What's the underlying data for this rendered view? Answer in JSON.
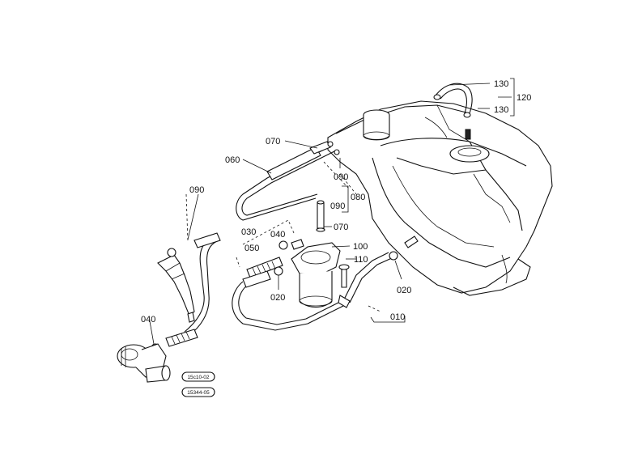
{
  "diagram": {
    "callouts": {
      "c010": "010",
      "c020_left": "020",
      "c020_right": "020",
      "c030": "030",
      "c040_upper": "040",
      "c040_lower": "040",
      "c050": "050",
      "c060": "060",
      "c070_top": "070",
      "c070_mid": "070",
      "c080": "080",
      "c090_left": "090",
      "c090_top": "090",
      "c090_mid": "090",
      "c100": "100",
      "c110": "110",
      "c120": "120",
      "c130_top": "130",
      "c130_bottom": "130"
    },
    "stamps": {
      "stamp1": "15c10-02",
      "stamp2": "15344-05"
    }
  }
}
